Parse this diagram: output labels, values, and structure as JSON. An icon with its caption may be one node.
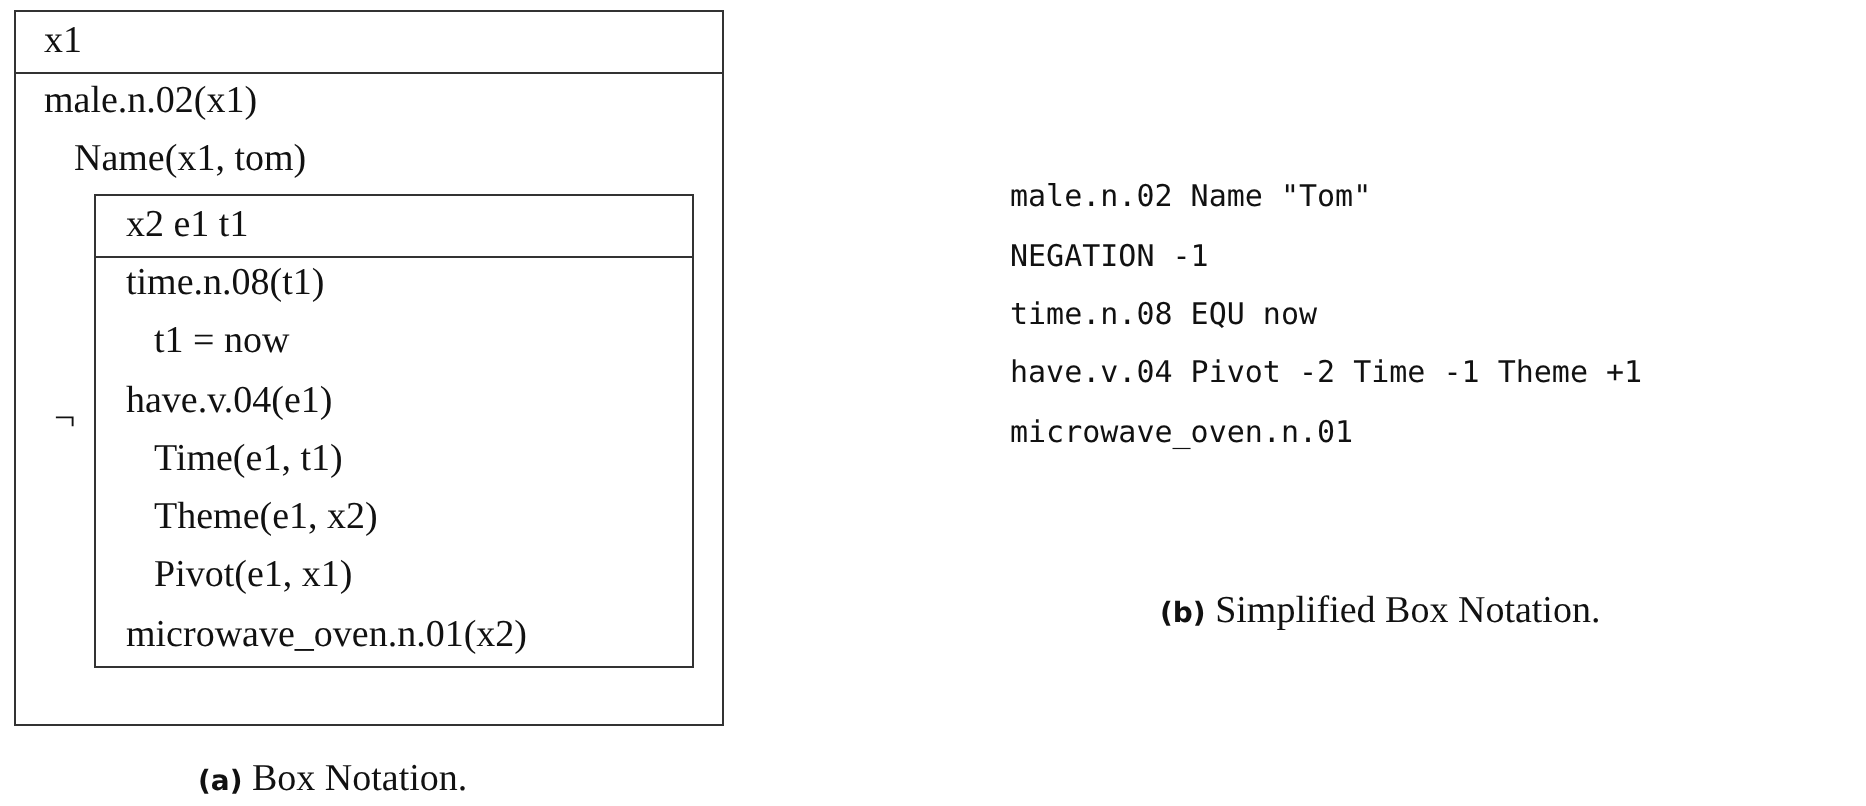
{
  "diagram": {
    "nodes": [
      {
        "text": [
          "x1",
          "male.n.02(x1)",
          "Name(x1, tom)"
        ]
      },
      {
        "text": [
          "x2 e1 t1",
          "time.n.08(t1)",
          "t1 = now",
          "have.v.04(e1)",
          "Time(e1, t1)",
          "Theme(e1, x2)",
          "Pivot(e1, x1)",
          "microwave_oven.n.01(x2)"
        ],
        "in": 0
      }
    ],
    "edges": [],
    "labels": [
      "¬",
      "male.n.02 Name \"Tom\"",
      "NEGATION -1",
      "time.n.08 EQU now",
      "have.v.04 Pivot -2 Time -1 Theme +1",
      "microwave_oven.n.01",
      "**(b)** Simplified Box Notation.",
      "**(a)** Box Notation."
    ]
  }
}
